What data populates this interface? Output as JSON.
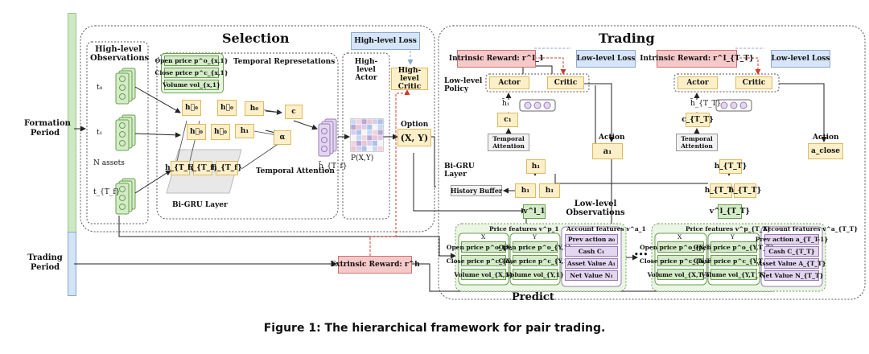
{
  "caption": "Figure 1: The hierarchical framework for pair trading.",
  "periods": {
    "formation": "Formation Period",
    "trading": "Trading Period"
  },
  "selection": {
    "title": "Selection",
    "high_level_observations": "High-level Observations",
    "t0": "t₀",
    "t1": "t₁",
    "n_assets": "N assets",
    "tTf": "t_{T_f}",
    "temporal_representations": "Temporal Represetations",
    "temporal_attention": "Temporal Attention",
    "bigru_layer": "Bi-GRU Layer",
    "features": [
      "Open price  p^o_{x,1}",
      "Close price  p^c_{x,1}",
      "Volume  vol_{x,1}"
    ],
    "h_fwd": "h⃗₀",
    "h_bwd": "h⃖₀",
    "h0": "h₀",
    "h1": "h₁",
    "hT": "h_{T_f}",
    "c": "c",
    "alpha": "α",
    "htilde": "h̃_{T_f}",
    "high_level_actor": "High-level Actor",
    "high_level_loss": "High-level Loss",
    "high_level_critic": "High-level Critic",
    "pxy": "P(X,Y)",
    "option_label": "Option",
    "option_value": "(X, Y)"
  },
  "trading": {
    "title": "Trading",
    "intrinsic_reward_1": "Intrinsic Reward:  r^I_1",
    "intrinsic_reward_T": "Intrinsic Reward: r^I_{T_T}",
    "low_level_loss": "Low-level Loss",
    "low_level_policy": "Low-level Policy",
    "actor": "Actor",
    "critic": "Critic",
    "h1tilde": "h̃₁",
    "hTtilde": "h̃_{T_T}",
    "c1": "c₁",
    "cT": "c_{T_T}",
    "temporal_attention": "Temporal Attention",
    "action_label": "Action",
    "a1": "a₁",
    "aclose": "a_close",
    "bigru": "Bi-GRU Layer",
    "history_buffer": "History Buffer",
    "h1": "h₁",
    "hT": "h_{T_T}",
    "v1": "v^l_1",
    "vT": "v^l_{T_T}",
    "low_level_observations": "Low-level Observations",
    "price_features_1": "Price features v^p_1",
    "price_features_T": "Price features v^p_{T_T}",
    "account_features_1": "Account features v^a_1",
    "account_features_T": "Account features v^a_{T_T}",
    "X": "X",
    "Y": "Y",
    "price_rows_1_x": [
      "Open price  p^o_{X,1}",
      "Close price  p^c_{X,1}",
      "Volume  vol_{X,1}"
    ],
    "price_rows_1_y": [
      "Open price  p^o_{Y,1}",
      "Close price  p^c_{Y,1}",
      "Volume  vol_{Y,1}"
    ],
    "price_rows_T_x": [
      "Open price p^o_{X,T_T}",
      "Close price p^c_{X,T_T}",
      "Volume  vol_{X,T_T}"
    ],
    "price_rows_T_y": [
      "Open price  p^o_{Y,T_T}",
      "Close price  p^c_{Y,T_T}",
      "Volume  vol_{Y,T_T}"
    ],
    "account_rows_1": [
      "Prev action  a₀",
      "Cash   C₁",
      "Asset Value  A₁",
      "Net Value  N₁"
    ],
    "account_rows_T": [
      "Prev action a_{T_T-1}",
      "Cash   C_{T_T}",
      "Asset Value  A_{T_T}",
      "Net Value  N_{T_T}"
    ],
    "ellipsis": "•••"
  },
  "extrinsic_reward": "Extrinsic Reward:  r^h",
  "predict": "Predict",
  "colors": {
    "green_period": "#cfe8c4",
    "blue_period": "#d3e4f6",
    "yellow": "#fdf0c8",
    "red": "#f6c9c9",
    "blue": "#d6e6f8",
    "purple": "#e3d6ef",
    "arrow_red": "#d03a2a"
  }
}
